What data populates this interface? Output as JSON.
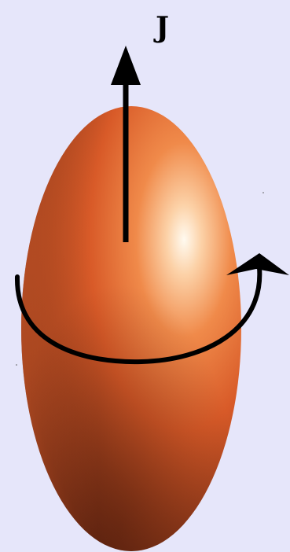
{
  "diagram": {
    "axis_label": "J",
    "body": {
      "shape": "prolate-ellipsoid",
      "highlight_color": "#fffaf0",
      "mid_color": "#f08040",
      "base_color": "#e2622c",
      "shadow_color": "#6e2a14"
    },
    "spin_axis_arrow": {
      "icon": "arrow-up-icon",
      "color": "#000000"
    },
    "rotation_arrow": {
      "icon": "circular-arrow-icon",
      "direction": "counter-clockwise-viewed-from-top",
      "color": "#000000"
    },
    "background_color": "#e6e6fa"
  }
}
